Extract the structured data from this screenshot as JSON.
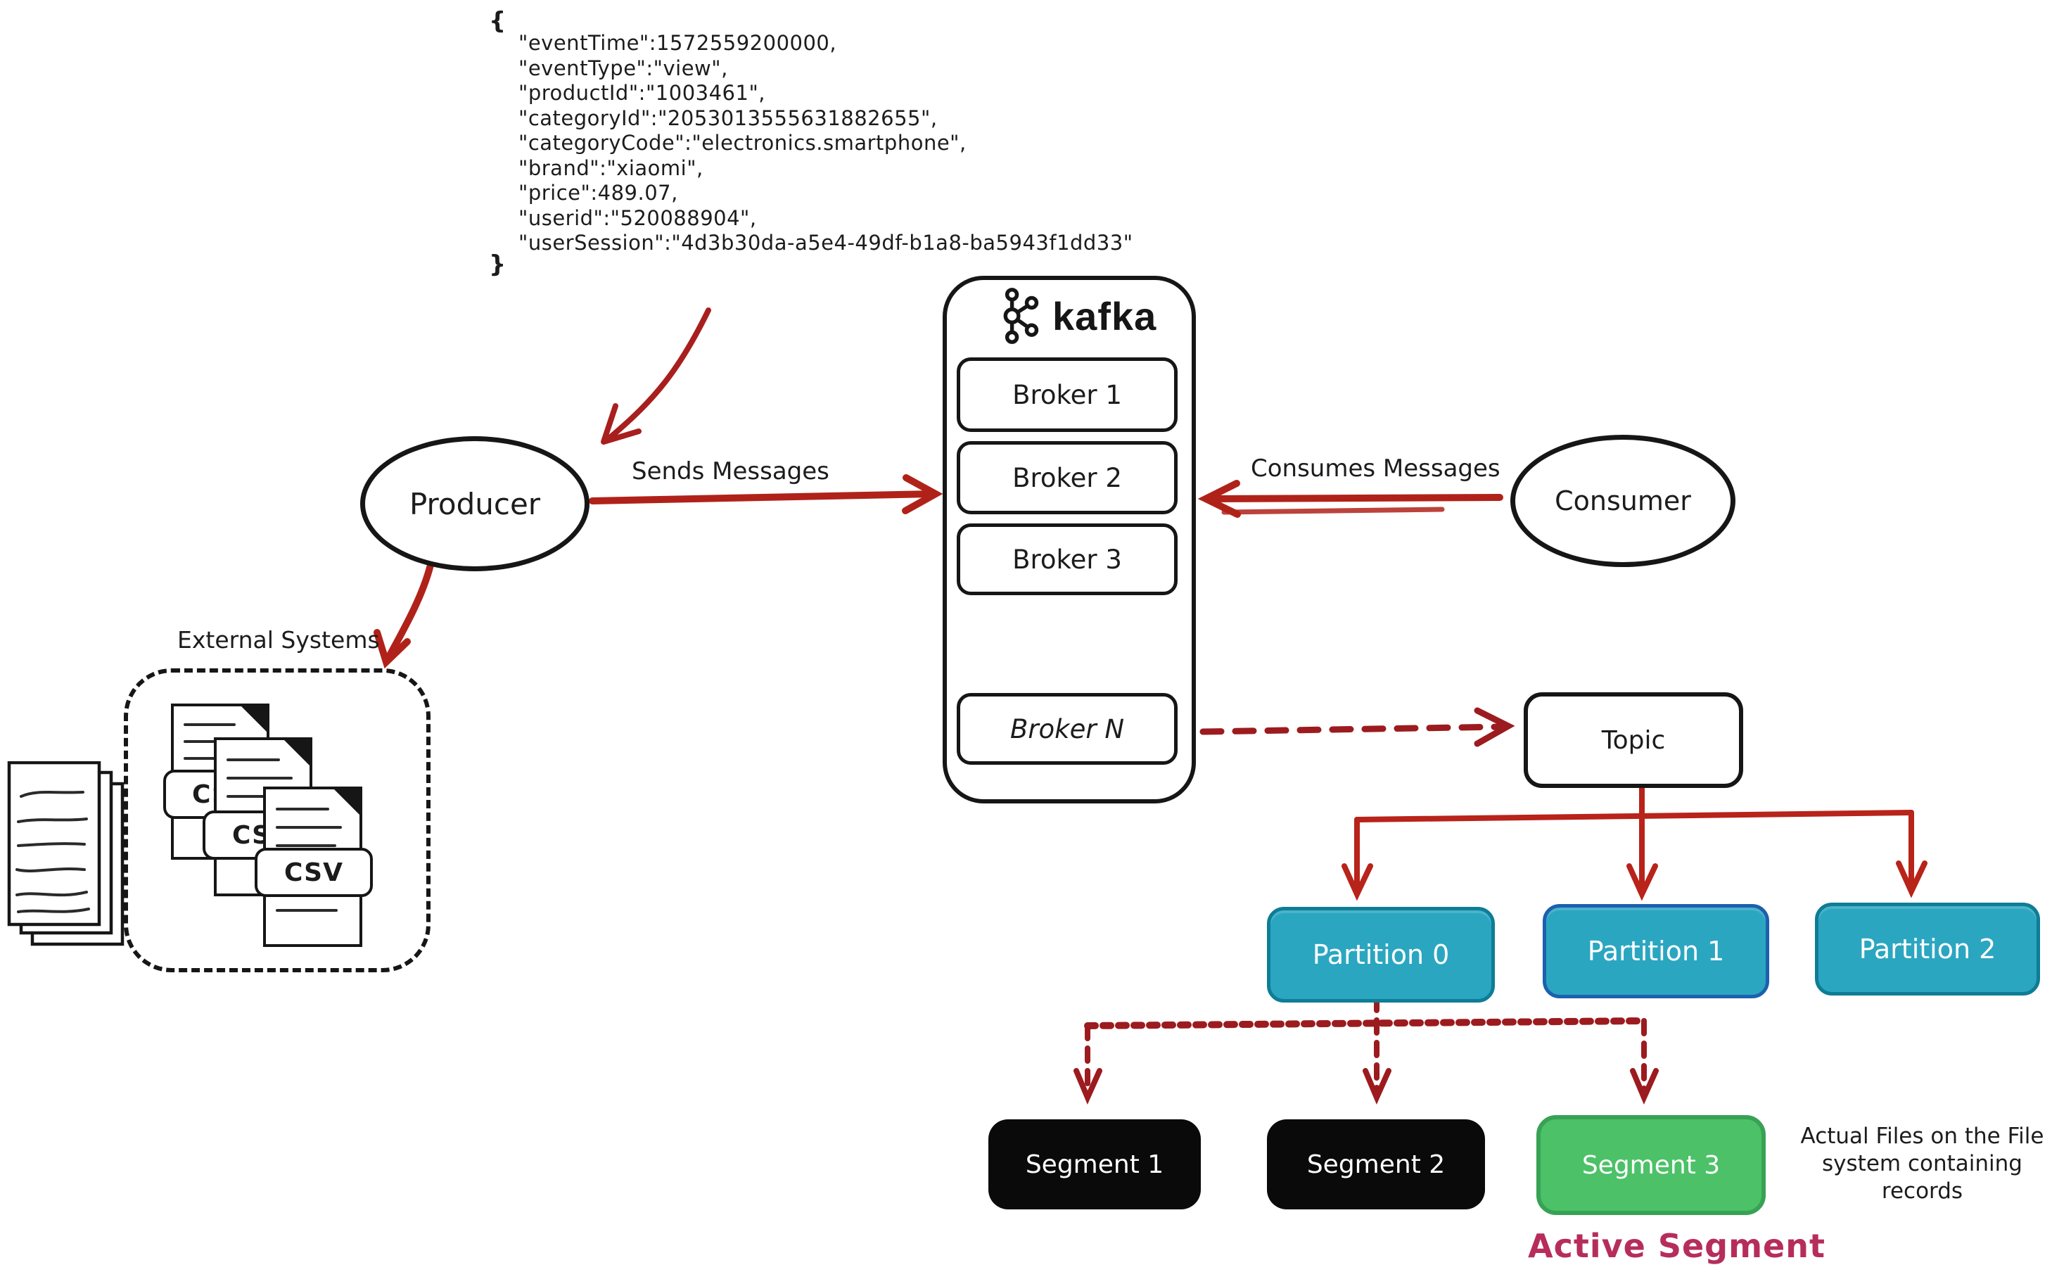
{
  "diagram": {
    "json_message": {
      "open_brace": "{",
      "close_brace": "}",
      "lines": [
        "\"eventTime\":1572559200000,",
        "\"eventType\":\"view\",",
        "\"productId\":\"1003461\",",
        "\"categoryId\":\"2053013555631882655\",",
        "\"categoryCode\":\"electronics.smartphone\",",
        "\"brand\":\"xiaomi\",",
        "\"price\":489.07,",
        "\"userid\":\"520088904\",",
        "\"userSession\":\"4d3b30da-a5e4-49df-b1a8-ba5943f1dd33\""
      ]
    },
    "nodes": {
      "producer": "Producer",
      "consumer": "Consumer",
      "kafka_wordmark": "kafka",
      "brokers": [
        "Broker 1",
        "Broker 2",
        "Broker 3",
        "Broker N"
      ],
      "topic": "Topic",
      "partitions": [
        "Partition 0",
        "Partition 1",
        "Partition 2"
      ],
      "segments": [
        "Segment 1",
        "Segment 2",
        "Segment 3"
      ]
    },
    "labels": {
      "sends_messages": "Sends Messages",
      "consumes_messages": "Consumes Messages",
      "external_systems": "External Systems",
      "csv": "CSV",
      "active_segment": "Active Segment",
      "files_note_line1": "Actual Files on the File",
      "files_note_line2": "system containing records"
    },
    "colors": {
      "ink": "#161616",
      "arrow_red": "#b02219",
      "dashed_red": "#9c1b1f",
      "partition_fill": "#2ba6c1",
      "partition_border": "#0e7d95",
      "partition1_border": "#1d60ae",
      "segment_fill": "#0a0a0a",
      "active_segment_fill": "#4cc168",
      "active_segment_border": "#38a254",
      "active_segment_label": "#b62d5c"
    }
  }
}
